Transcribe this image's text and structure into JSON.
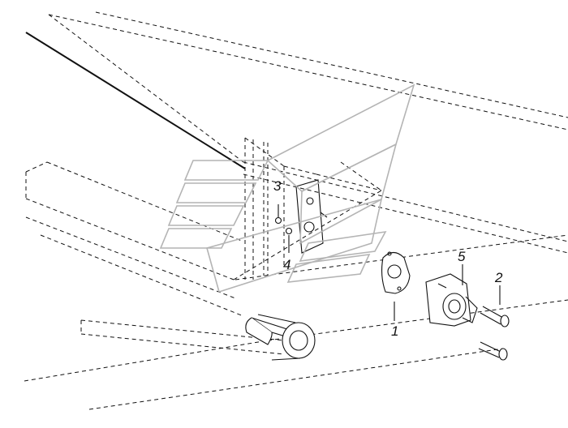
{
  "diagram": {
    "callouts": [
      {
        "id": "callout-1",
        "label": "1"
      },
      {
        "id": "callout-2",
        "label": "2"
      },
      {
        "id": "callout-3",
        "label": "3"
      },
      {
        "id": "callout-4",
        "label": "4"
      },
      {
        "id": "callout-5",
        "label": "5"
      }
    ],
    "watermark": {
      "name": "kamaz-logo-watermark"
    }
  }
}
